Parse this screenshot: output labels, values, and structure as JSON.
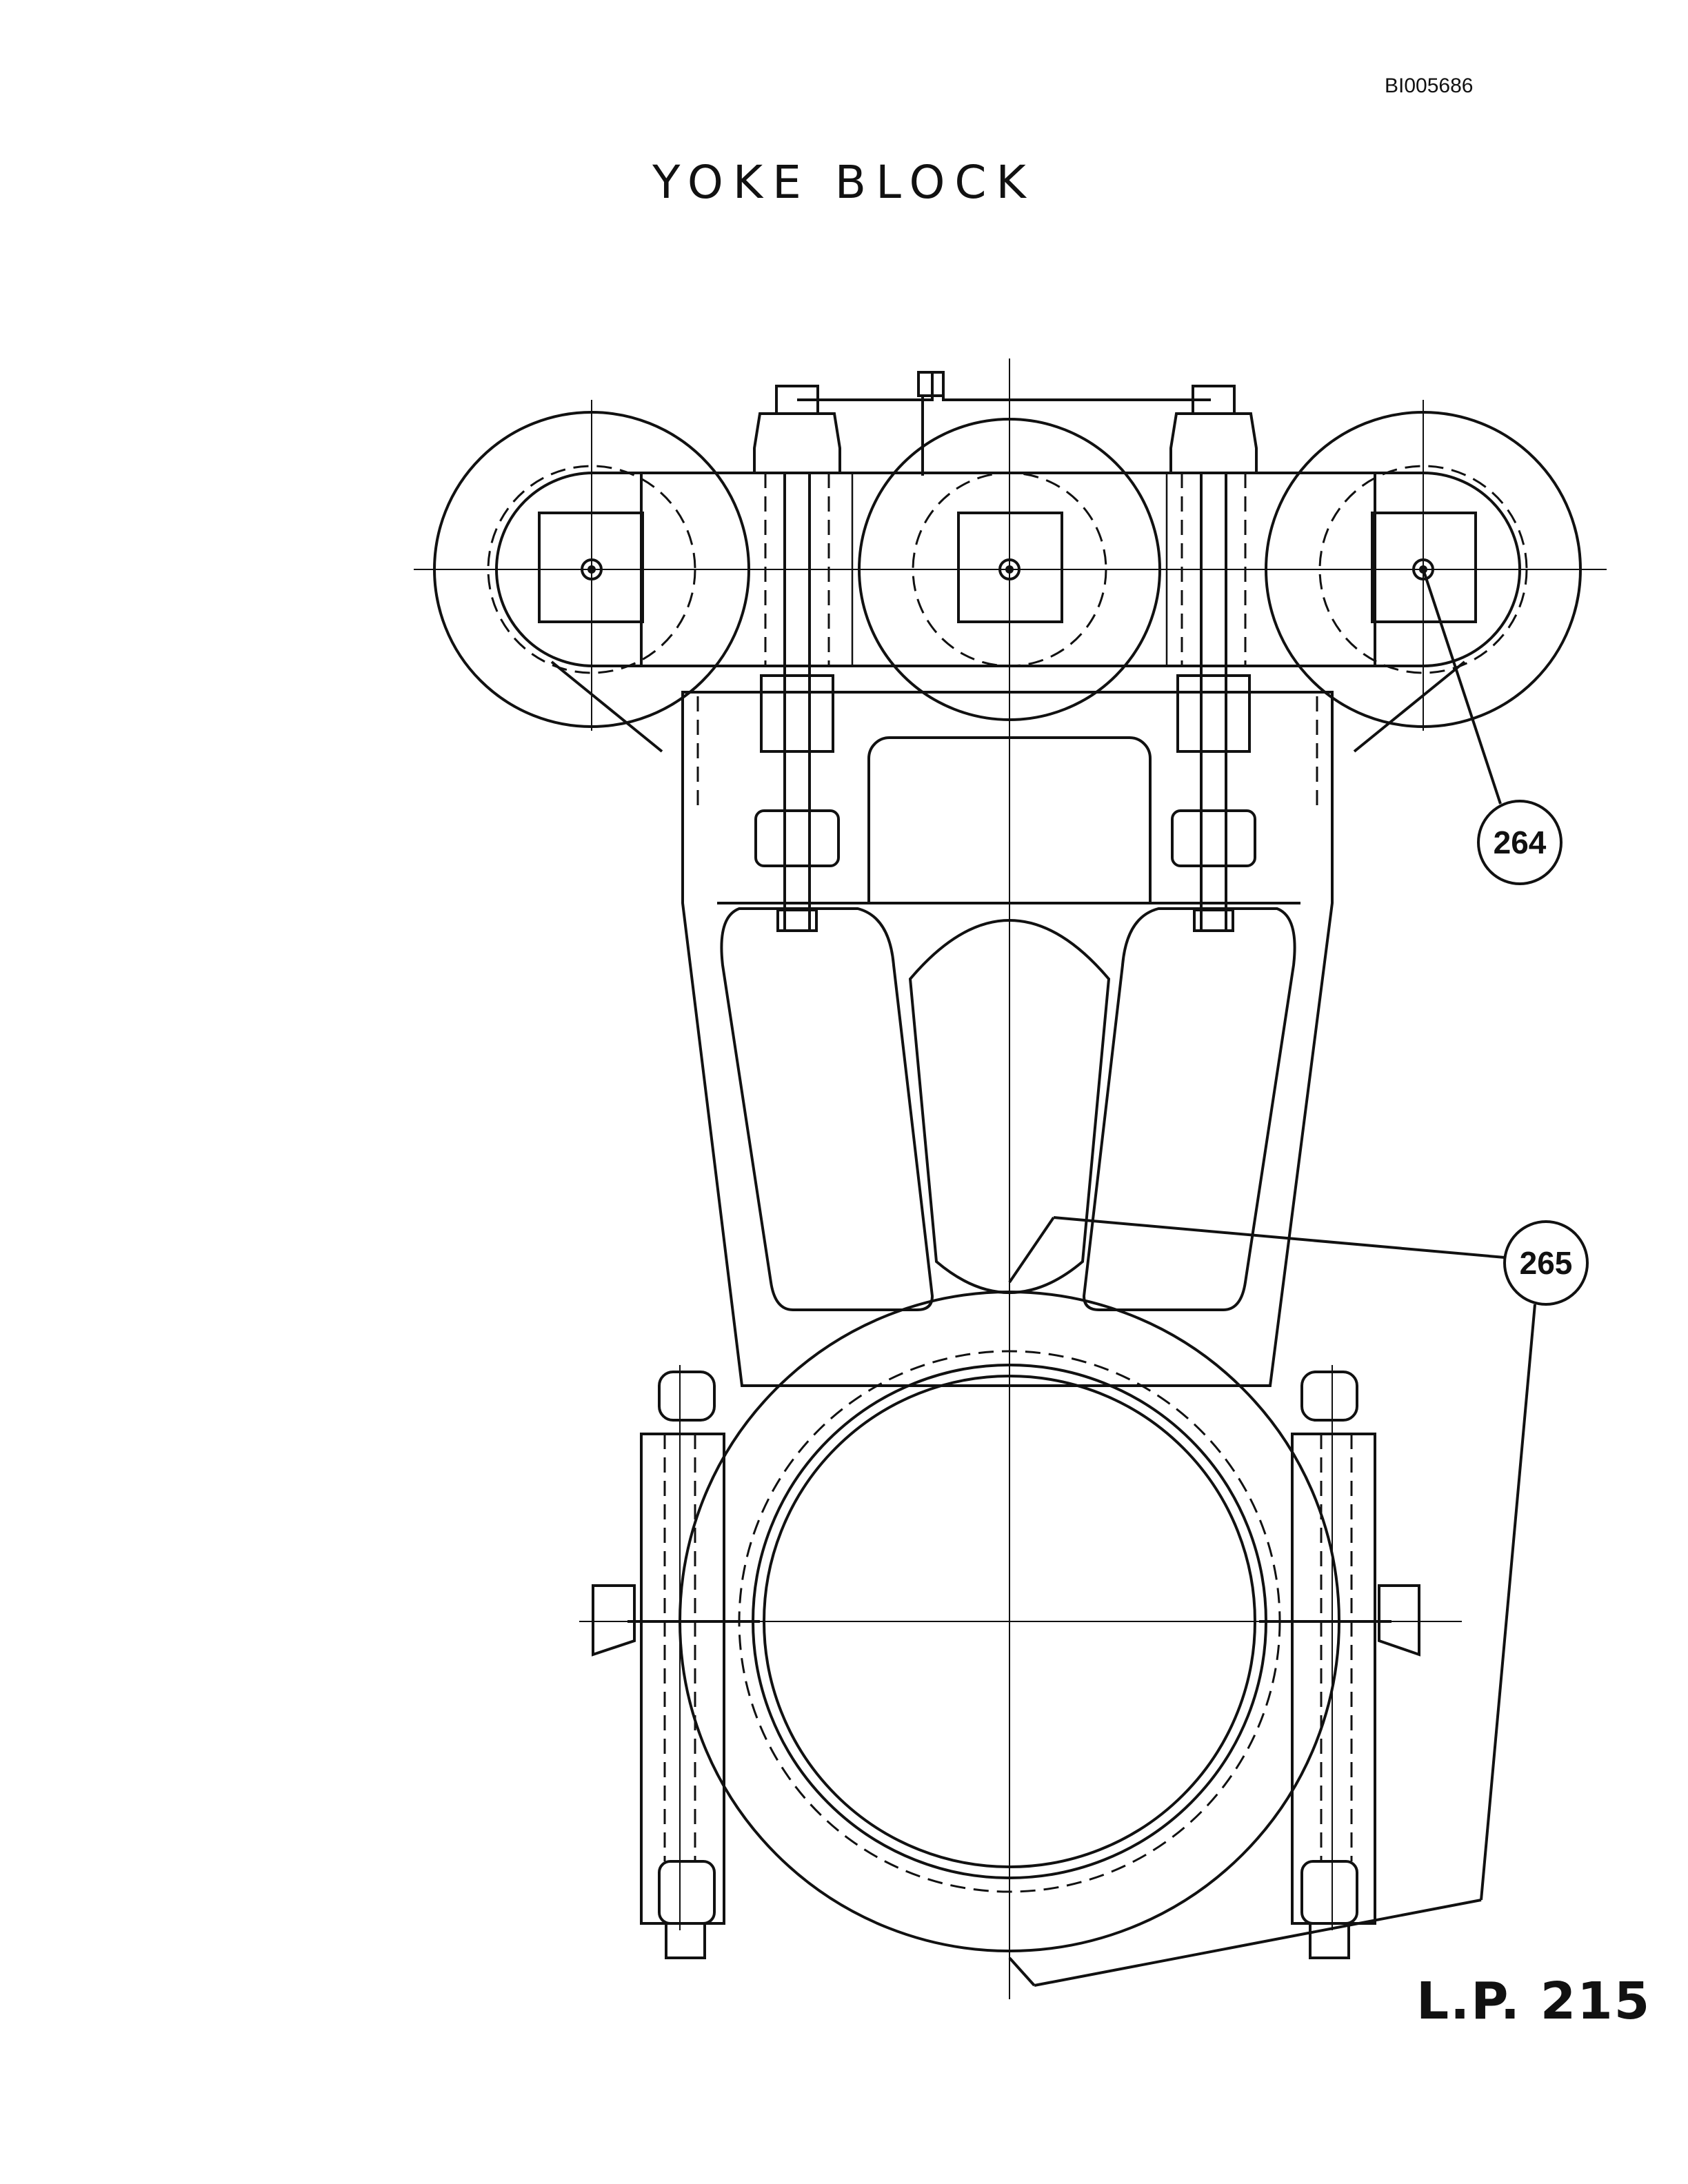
{
  "document": {
    "id": "BI005686",
    "title": "YOKE BLOCK",
    "plate_ref": "L.P. 215"
  },
  "callouts": [
    {
      "label": "264",
      "target": "roller-pins"
    },
    {
      "label": "265",
      "target": "bearing-shell-split"
    }
  ]
}
